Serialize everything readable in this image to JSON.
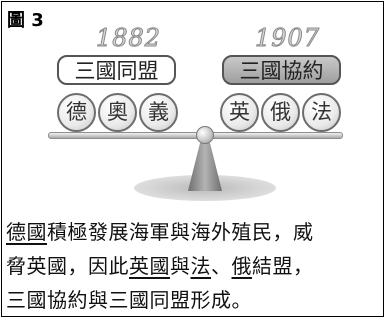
{
  "figure_label": "圖 3",
  "triple_alliance": {
    "year": "1882",
    "name": "三國同盟",
    "members": [
      "德",
      "奧",
      "義"
    ]
  },
  "triple_entente": {
    "year": "1907",
    "name": "三國協約",
    "members": [
      "英",
      "俄",
      "法"
    ]
  },
  "caption": {
    "line1": [
      "德國",
      "積極發展海軍與海外殖民，威"
    ],
    "line2": [
      "脅英國，因此",
      "英國",
      "與",
      "法",
      "、",
      "俄",
      "結盟，"
    ],
    "line3": "三國協約與三國同盟形成。"
  },
  "colors": {
    "outline": "#555555",
    "entente_fill": "#b5b5b5",
    "alliance_fill": "#ffffff"
  }
}
